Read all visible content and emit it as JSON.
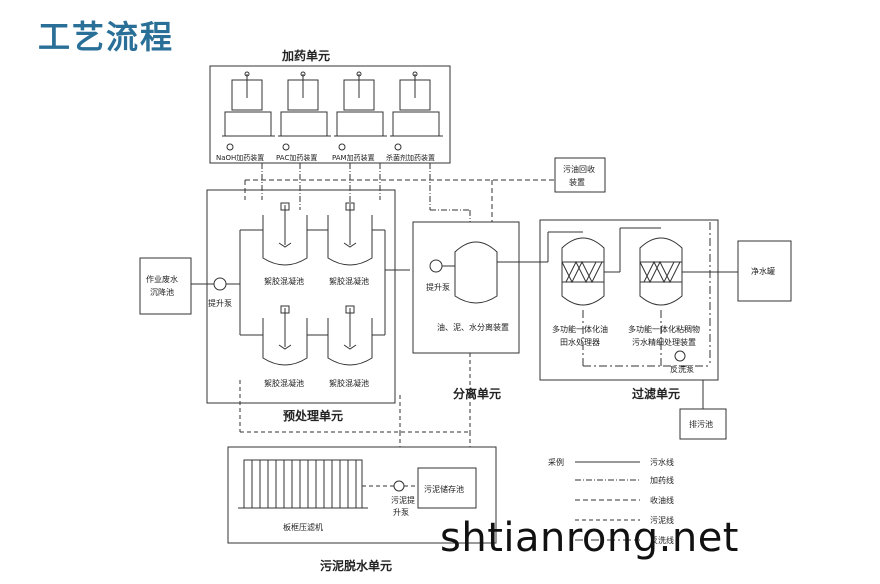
{
  "page_title": "工艺流程",
  "watermark": "shtianrong.net",
  "units": {
    "dosing": "加药单元",
    "pretreatment": "预处理单元",
    "separation": "分离单元",
    "filtration": "过滤单元",
    "sludge": "污泥脱水单元"
  },
  "dosing_devices": [
    "NaOH加药装置",
    "PAC加药装置",
    "PAM加药装置",
    "杀菌剂加药装置"
  ],
  "equipment": {
    "source_pool_line1": "作业废水",
    "source_pool_line2": "沉降池",
    "lift_pump_1": "提升泵",
    "lift_pump_2": "提升泵",
    "coag_tank_1": "絮胶混凝池",
    "coag_tank_2": "絮胶混凝池",
    "coag_tank_3": "絮胶混凝池",
    "coag_tank_4": "絮胶混凝池",
    "oil_recovery_line1": "污油回收",
    "oil_recovery_line2": "装置",
    "separator": "油、泥、水分离装置",
    "filter_1_line1": "多功能一体化油",
    "filter_1_line2": "田水处理器",
    "filter_2_line1": "多功能一体化粘稠物",
    "filter_2_line2": "污水精细处理装置",
    "backwash_pump": "反洗泵",
    "clean_tank": "净水罐",
    "drain_pool": "排污池",
    "filter_press": "板框压滤机",
    "sludge_pump_line1": "污泥提",
    "sludge_pump_line2": "升泵",
    "sludge_tank": "污泥储存池"
  },
  "legend": {
    "title": "采例",
    "items": [
      "污水线",
      "加药线",
      "收油线",
      "污泥线",
      "反洗线"
    ]
  }
}
